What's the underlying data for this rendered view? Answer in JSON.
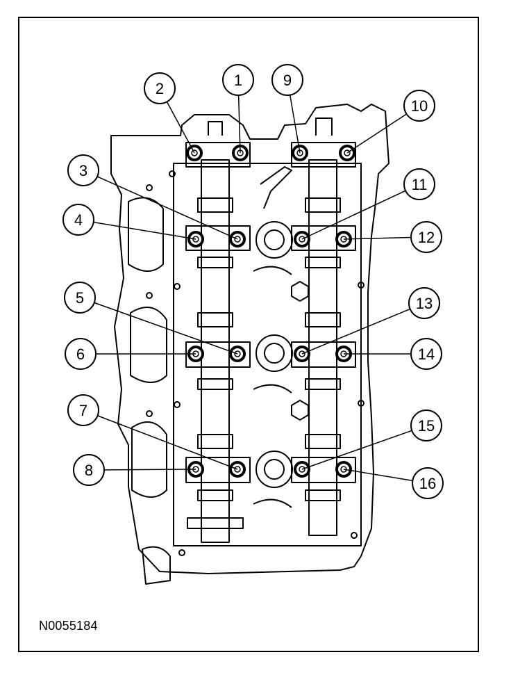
{
  "figure_id": "N0055184",
  "colors": {
    "ink": "#000000",
    "paper": "#ffffff"
  },
  "callouts": [
    {
      "label": "1",
      "target": "bolt-1"
    },
    {
      "label": "2",
      "target": "bolt-2"
    },
    {
      "label": "3",
      "target": "bolt-3"
    },
    {
      "label": "4",
      "target": "bolt-4"
    },
    {
      "label": "5",
      "target": "bolt-5"
    },
    {
      "label": "6",
      "target": "bolt-6"
    },
    {
      "label": "7",
      "target": "bolt-7"
    },
    {
      "label": "8",
      "target": "bolt-8"
    },
    {
      "label": "9",
      "target": "bolt-9"
    },
    {
      "label": "10",
      "target": "bolt-10"
    },
    {
      "label": "11",
      "target": "bolt-11"
    },
    {
      "label": "12",
      "target": "bolt-12"
    },
    {
      "label": "13",
      "target": "bolt-13"
    },
    {
      "label": "14",
      "target": "bolt-14"
    },
    {
      "label": "15",
      "target": "bolt-15"
    },
    {
      "label": "16",
      "target": "bolt-16"
    }
  ]
}
